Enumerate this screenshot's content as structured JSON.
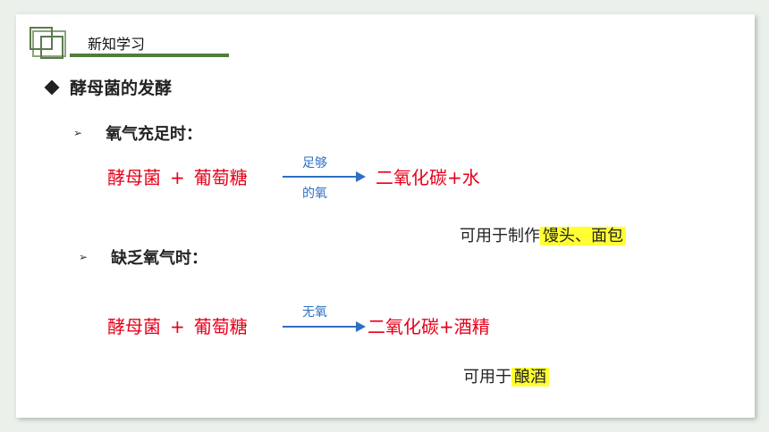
{
  "section": {
    "title": "新知学习"
  },
  "heading": "酵母菌的发酵",
  "aerobic": {
    "title": "氧气充足时：",
    "reactant1": "酵母菌",
    "plus": "+",
    "reactant2": "葡萄糖",
    "condition_top": "足够",
    "condition_bottom": "的氧",
    "product": "二氧化碳+水",
    "use_prefix": "可用于制作",
    "use_highlight": "馒头、面包"
  },
  "anaerobic": {
    "title": "缺乏氧气时：",
    "reactant1": "酵母菌",
    "plus": "+",
    "reactant2": "葡萄糖",
    "condition_top": "无氧",
    "product": "二氧化碳+酒精",
    "use_prefix": "可用于",
    "use_highlight": "酿酒"
  },
  "colors": {
    "accent": "#4f7d3a",
    "reaction": "#e6001a",
    "arrow": "#2e6fc4",
    "highlight": "#ffff33"
  }
}
